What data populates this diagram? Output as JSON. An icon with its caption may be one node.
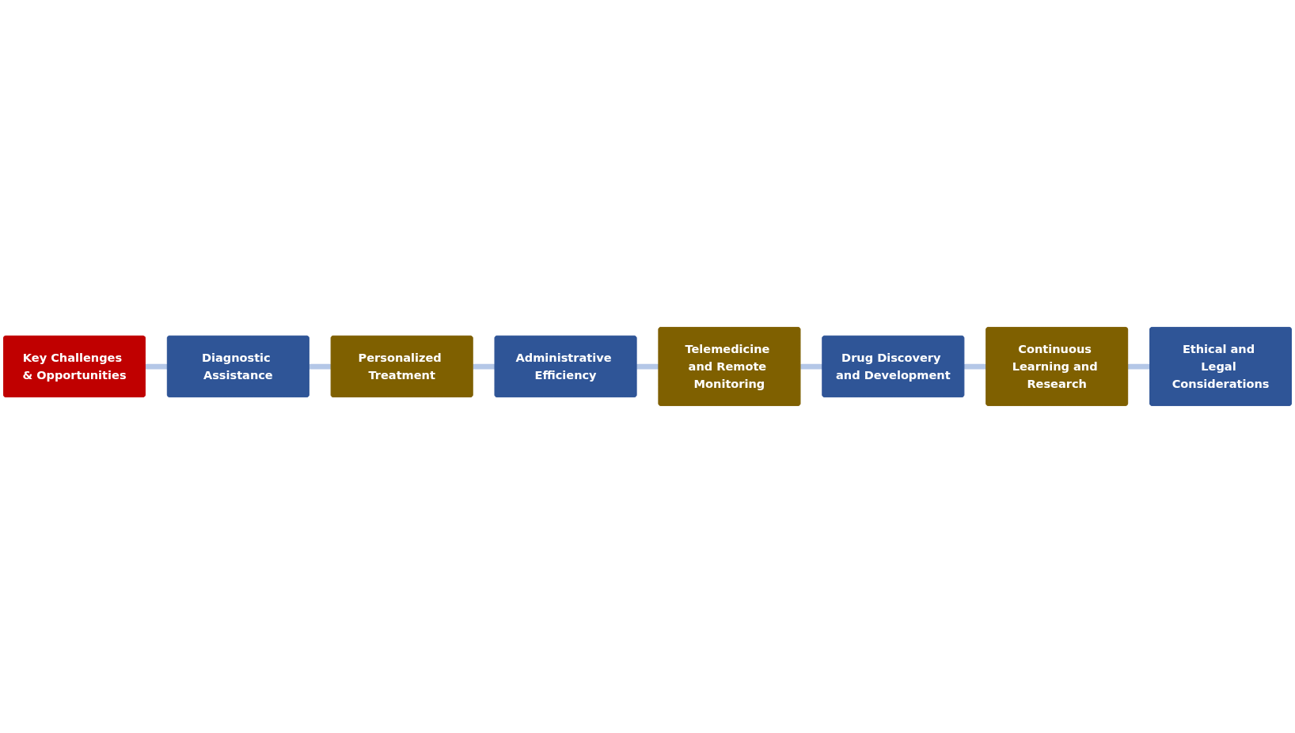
{
  "diagram": {
    "nodes": [
      {
        "text": [
          "Key Challenges & Opportunities"
        ]
      },
      {
        "text": [
          "Diagnostic Assistance"
        ]
      },
      {
        "text": [
          "Personalized Treatment"
        ]
      },
      {
        "text": [
          "Administrative Efficiency"
        ]
      },
      {
        "text": [
          "Telemedicine and Remote Monitoring"
        ]
      },
      {
        "text": [
          "Drug Discovery and Development"
        ]
      },
      {
        "text": [
          "Continuous Learning and Research"
        ]
      },
      {
        "text": [
          "Ethical and Legal Considerations"
        ]
      }
    ],
    "edges": [
      {
        "from": 0,
        "to": 1,
        "arrow": "none"
      },
      {
        "from": 1,
        "to": 2,
        "arrow": "none"
      },
      {
        "from": 2,
        "to": 3,
        "arrow": "none"
      },
      {
        "from": 3,
        "to": 4,
        "arrow": "none"
      },
      {
        "from": 4,
        "to": 5,
        "arrow": "none"
      },
      {
        "from": 5,
        "to": 6,
        "arrow": "none"
      },
      {
        "from": 6,
        "to": 7,
        "arrow": "none"
      }
    ]
  }
}
